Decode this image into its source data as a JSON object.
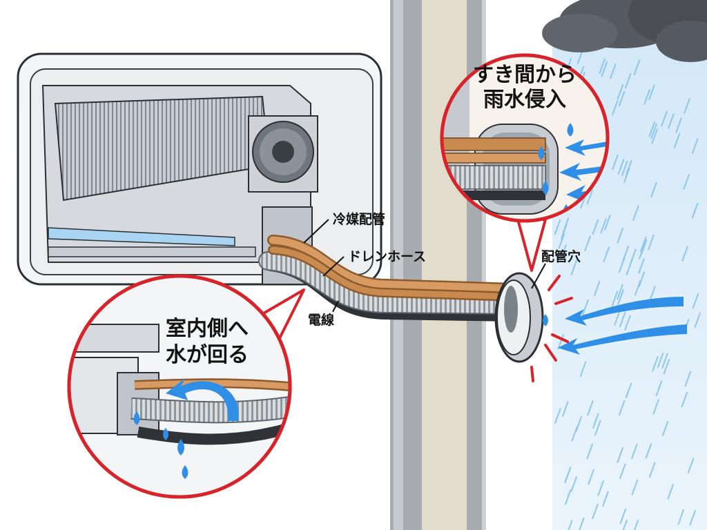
{
  "labels": {
    "refrigerant_pipe": "冷媒配管",
    "drain_hose": "ドレンホース",
    "electric_wire": "電線",
    "pipe_hole": "配管穴"
  },
  "callouts": {
    "top": {
      "line1": "すき間から",
      "line2": "雨水侵入"
    },
    "bottom": {
      "line1": "室内側へ",
      "line2": "水が回る"
    }
  },
  "colors": {
    "callout_ring": "#d8232a",
    "copper": "#c98a4f",
    "water": "#2f8fe6",
    "rain": "#7fc0ee",
    "cloud": "#555a60"
  }
}
